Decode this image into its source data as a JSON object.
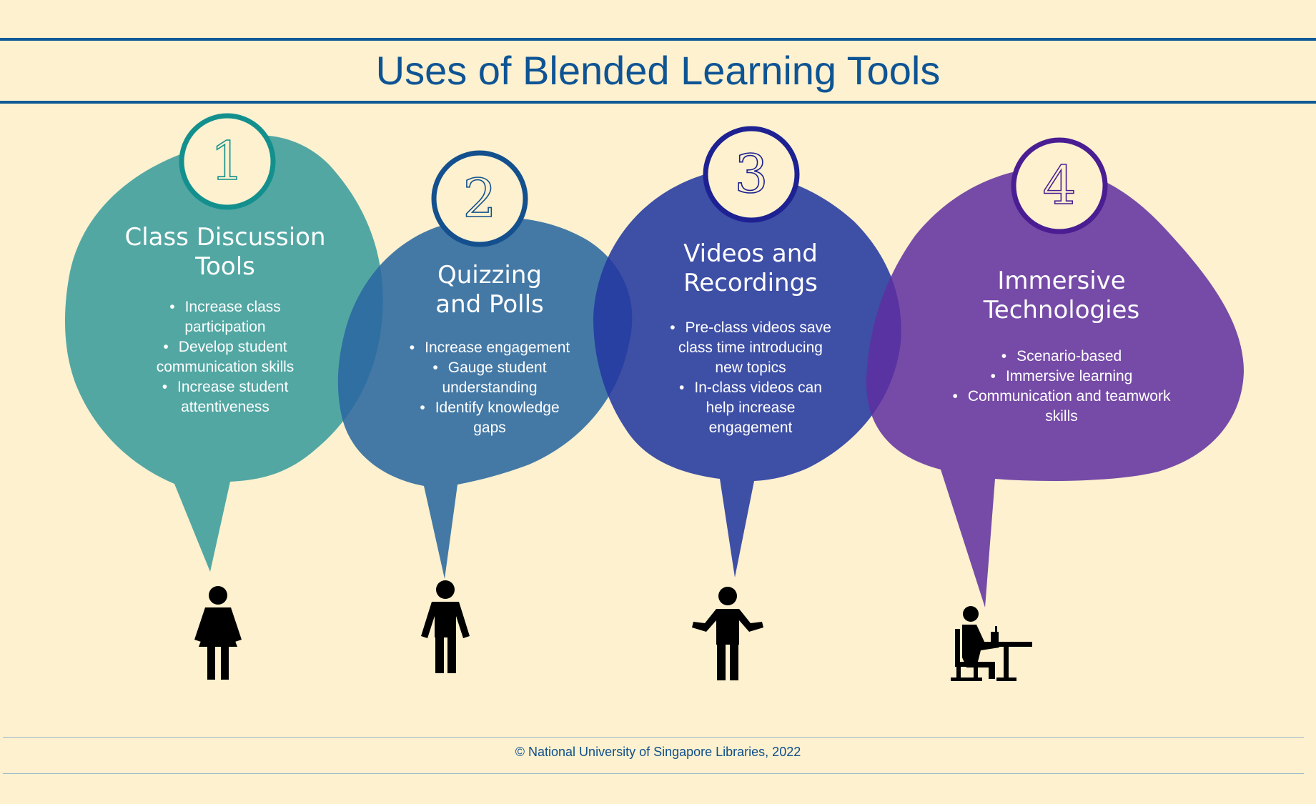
{
  "title": "Uses of Blended Learning Tools",
  "footer": "© National University of Singapore Libraries, 2022",
  "colors": {
    "background": "#fdf1cf",
    "title": "#0e5494",
    "teal": "#43a1a0",
    "steel_blue": "#2a68a0",
    "indigo": "#2338a1",
    "purple": "#5e2ea0"
  },
  "tools": [
    {
      "number": "1",
      "heading_line1": "Class Discussion",
      "heading_line2": "Tools",
      "bullets": [
        [
          "Increase class",
          "participation"
        ],
        [
          "Develop student",
          "communication skills"
        ],
        [
          "Increase student",
          "attentiveness"
        ]
      ],
      "icon": "woman-standing-icon"
    },
    {
      "number": "2",
      "heading_line1": "Quizzing",
      "heading_line2": "and Polls",
      "bullets": [
        [
          "Increase engagement"
        ],
        [
          "Gauge student",
          "understanding"
        ],
        [
          "Identify knowledge",
          "gaps"
        ]
      ],
      "icon": "man-standing-icon"
    },
    {
      "number": "3",
      "heading_line1": "Videos and",
      "heading_line2": "Recordings",
      "bullets": [
        [
          "Pre-class videos save",
          "class time introducing",
          "new topics"
        ],
        [
          "In-class videos can",
          "help increase",
          "engagement"
        ]
      ],
      "icon": "man-shrugging-icon"
    },
    {
      "number": "4",
      "heading_line1": "Immersive",
      "heading_line2": "Technologies",
      "bullets": [
        [
          "Scenario-based"
        ],
        [
          "Immersive learning"
        ],
        [
          "Communication and teamwork",
          "skills"
        ]
      ],
      "icon": "person-at-desk-icon"
    }
  ]
}
